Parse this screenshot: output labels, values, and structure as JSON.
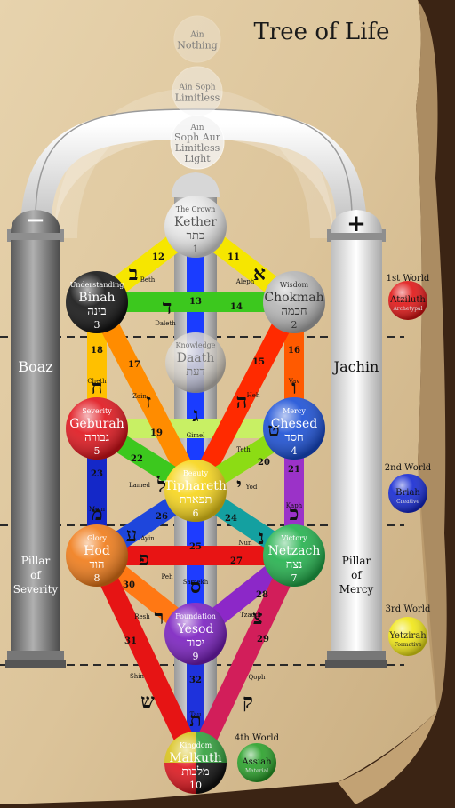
{
  "title": "Tree of Life",
  "ain": [
    {
      "lines": [
        "Ain",
        "Nothing"
      ]
    },
    {
      "lines": [
        "Ain Soph",
        "Limitless"
      ]
    },
    {
      "lines": [
        "Ain",
        "Soph Aur",
        "Limitless",
        "Light"
      ]
    }
  ],
  "pillars": {
    "left": {
      "sign": "−",
      "name": "Boaz",
      "lines": [
        "Pillar",
        "of",
        "Severity"
      ]
    },
    "right": {
      "sign": "+",
      "name": "Jachin",
      "lines": [
        "Pillar",
        "of",
        "Mercy"
      ]
    }
  },
  "sephiroth": [
    {
      "id": "kether",
      "title": "The Crown",
      "name": "Kether",
      "hebrew": "כתר",
      "num": "1",
      "color": "#e6e6e6",
      "text": "#555555"
    },
    {
      "id": "chokmah",
      "title": "Wisdom",
      "name": "Chokmah",
      "hebrew": "חכמה",
      "num": "2",
      "color": "#b5b5b5",
      "text": "#333333"
    },
    {
      "id": "binah",
      "title": "Understanding",
      "name": "Binah",
      "hebrew": "בינה",
      "num": "3",
      "color": "#141414",
      "text": "#ffffff"
    },
    {
      "id": "daath",
      "title": "Knowledge",
      "name": "Daath",
      "hebrew": "דעת",
      "num": "",
      "color": "#d8d3cc",
      "text": "#777777"
    },
    {
      "id": "chesed",
      "title": "Mercy",
      "name": "Chesed",
      "hebrew": "חסד",
      "num": "4",
      "color": "#1a4fd6",
      "text": "#ffffff"
    },
    {
      "id": "geburah",
      "title": "Severity",
      "name": "Geburah",
      "hebrew": "גבורה",
      "num": "5",
      "color": "#e0141c",
      "text": "#ffffff"
    },
    {
      "id": "tiphareth",
      "title": "Beauty",
      "name": "Tiphareth",
      "hebrew": "תפארת",
      "num": "6",
      "color": "#f7d51a",
      "text": "#ffffff"
    },
    {
      "id": "netzach",
      "title": "Victory",
      "name": "Netzach",
      "hebrew": "נצח",
      "num": "7",
      "color": "#22b14c",
      "text": "#ffffff"
    },
    {
      "id": "hod",
      "title": "Glory",
      "name": "Hod",
      "hebrew": "הוד",
      "num": "8",
      "color": "#f07b18",
      "text": "#ffffff"
    },
    {
      "id": "yesod",
      "title": "Foundation",
      "name": "Yesod",
      "hebrew": "יסוד",
      "num": "9",
      "color": "#7a1fc0",
      "text": "#ffffff"
    },
    {
      "id": "malkuth",
      "title": "Kingdom",
      "name": "Malkuth",
      "hebrew": "מלכות",
      "num": "10",
      "color": "multi",
      "text": "#ffffff"
    }
  ],
  "paths": [
    {
      "num": "11",
      "name": "Aleph",
      "letter": "א",
      "color": "#f6e600"
    },
    {
      "num": "12",
      "name": "Beth",
      "letter": "ב",
      "color": "#f6e600"
    },
    {
      "num": "13",
      "name": "Gimel",
      "letter": "ג",
      "color": "#1a3cff"
    },
    {
      "num": "14",
      "name": "Daleth",
      "letter": "ד",
      "color": "#3cc81e"
    },
    {
      "num": "15",
      "name": "Heh",
      "letter": "ה",
      "color": "#ff2a00"
    },
    {
      "num": "16",
      "name": "Vav",
      "letter": "ו",
      "color": "#ff5a00"
    },
    {
      "num": "17",
      "name": "Zain",
      "letter": "ז",
      "color": "#ff8c00"
    },
    {
      "num": "18",
      "name": "Cheth",
      "letter": "ח",
      "color": "#ffc000"
    },
    {
      "num": "19",
      "name": "Teth",
      "letter": "ט",
      "color": "#c8f064"
    },
    {
      "num": "20",
      "name": "Yod",
      "letter": "י",
      "color": "#8cdc14"
    },
    {
      "num": "21",
      "name": "Kaph",
      "letter": "כ",
      "color": "#9b32c8"
    },
    {
      "num": "22",
      "name": "Lamed",
      "letter": "ל",
      "color": "#3cc81e"
    },
    {
      "num": "23",
      "name": "Mem",
      "letter": "מ",
      "color": "#1428c8"
    },
    {
      "num": "24",
      "name": "Nun",
      "letter": "נ",
      "color": "#14a0a0"
    },
    {
      "num": "25",
      "name": "Samekh",
      "letter": "ס",
      "color": "#1e3cff"
    },
    {
      "num": "26",
      "name": "Ayin",
      "letter": "ע",
      "color": "#1e46dc"
    },
    {
      "num": "27",
      "name": "Peh",
      "letter": "פ",
      "color": "#e81414"
    },
    {
      "num": "28",
      "name": "Tzaddi",
      "letter": "צ",
      "color": "#8c28c8"
    },
    {
      "num": "29",
      "name": "Qoph",
      "letter": "ק",
      "color": "#d21e5a"
    },
    {
      "num": "30",
      "name": "Resh",
      "letter": "ר",
      "color": "#ff7814"
    },
    {
      "num": "31",
      "name": "Shin",
      "letter": "ש",
      "color": "#e61414"
    },
    {
      "num": "32",
      "name": "Tau",
      "letter": "ת",
      "color": "#1e32dc"
    }
  ],
  "worlds": [
    {
      "label": "1st World",
      "name": "Atziluth",
      "sub": "Archetypal",
      "color": "#e01414"
    },
    {
      "label": "2nd World",
      "name": "Briah",
      "sub": "Creative",
      "color": "#1428d2"
    },
    {
      "label": "3rd World",
      "name": "Yetzirah",
      "sub": "Formative",
      "color": "#f0e614"
    },
    {
      "label": "4th World",
      "name": "Assiah",
      "sub": "Material",
      "color": "#28a028"
    }
  ]
}
